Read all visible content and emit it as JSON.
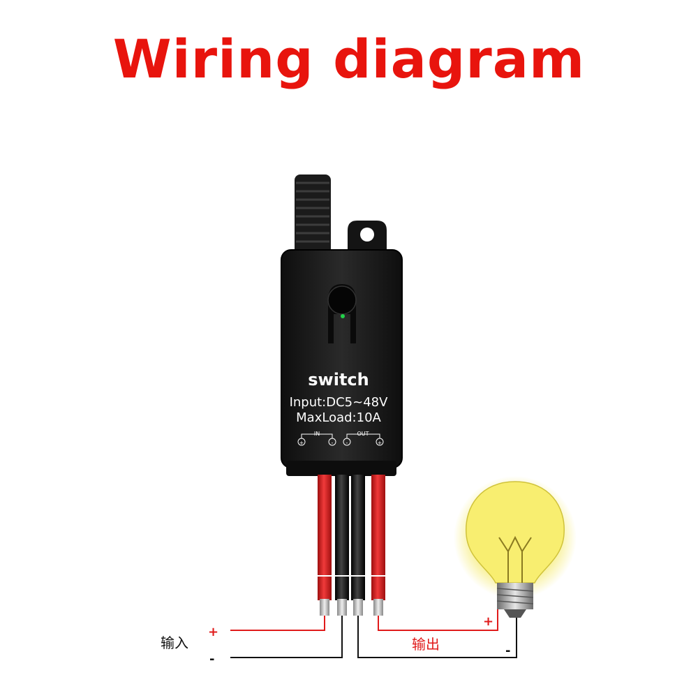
{
  "title": "Wiring diagram",
  "module": {
    "name": "switch",
    "input_spec": "Input:DC5~48V",
    "load_spec": "MaxLoad:10A",
    "terminal_in": "IN",
    "terminal_out": "OUT",
    "led_color": "#22d14a"
  },
  "wiring": {
    "input_label": "输入",
    "output_label": "输出",
    "plus": "+",
    "minus": "-",
    "wire_red": "#e01b1b",
    "wire_black": "#111111"
  },
  "colors": {
    "title": "#e8140d",
    "body": "#1a1a1a",
    "bulb_glow": "#f5ea6a"
  }
}
